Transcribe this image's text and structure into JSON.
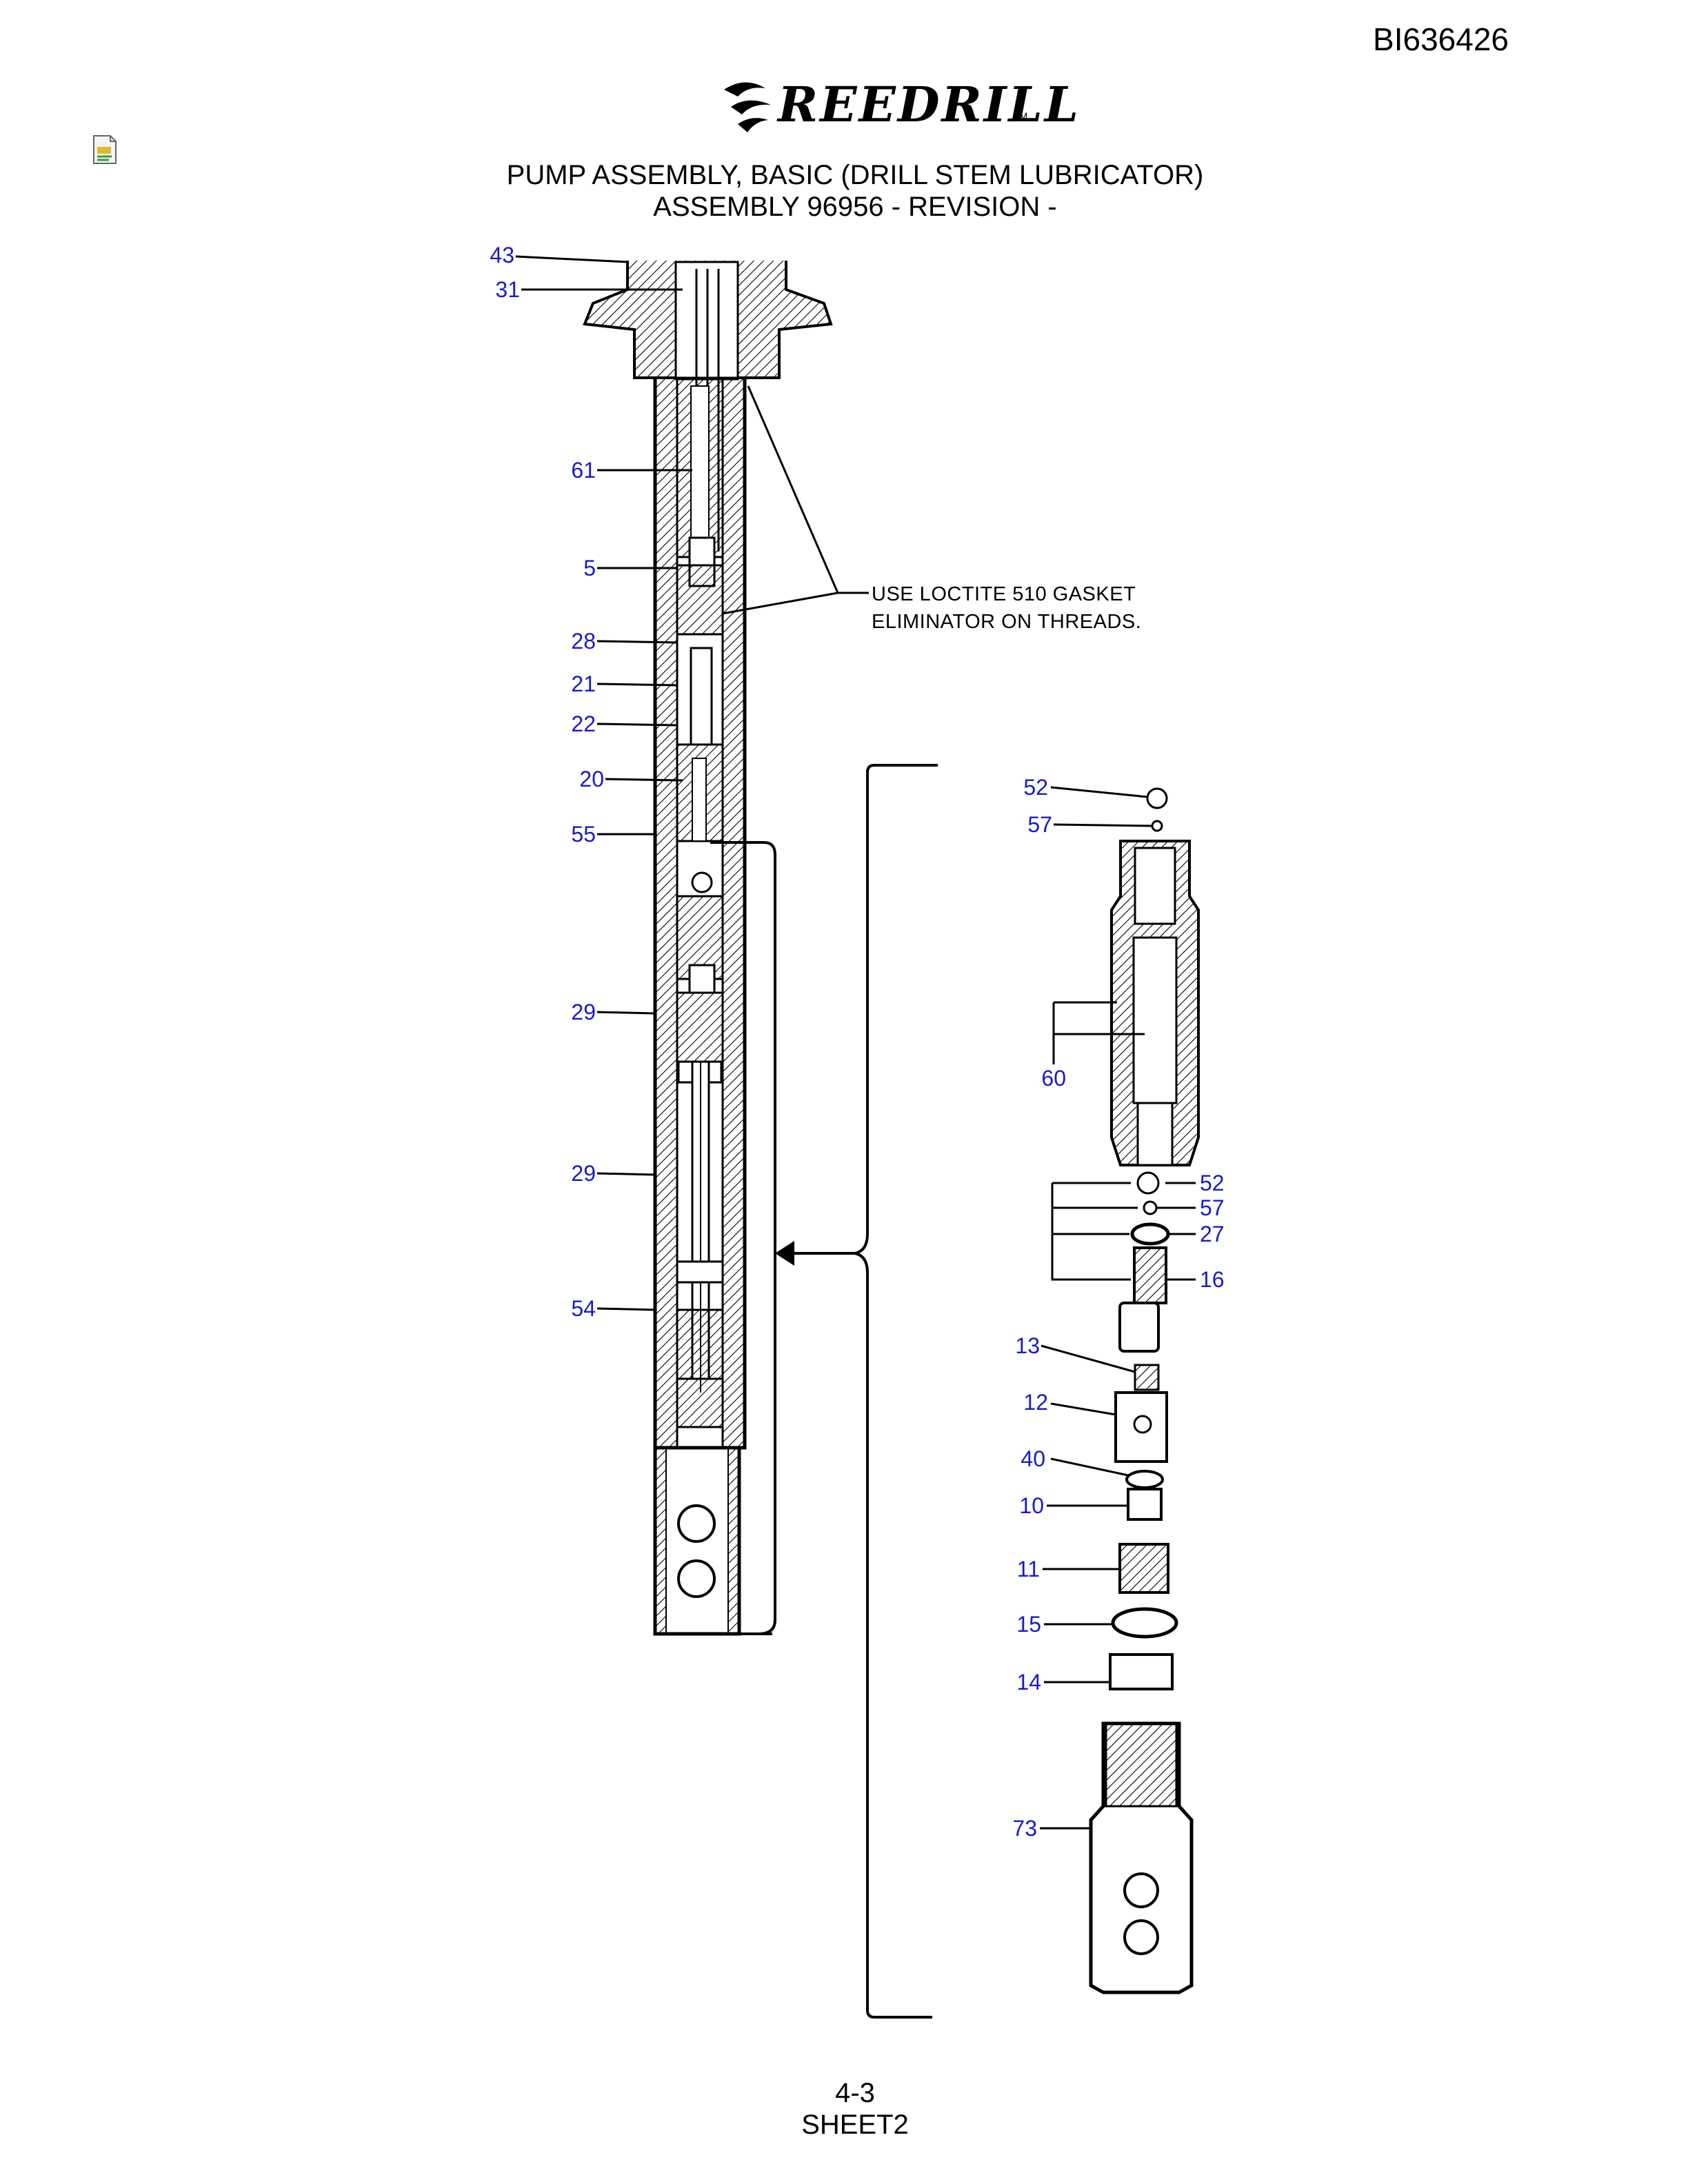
{
  "header": {
    "doc_id": "BI636426",
    "logo_text": "REEDRILL",
    "logo_tm": "TM",
    "title_line1": "PUMP ASSEMBLY, BASIC (DRILL STEM LUBRICATOR)",
    "title_line2": "ASSEMBLY 96956 - REVISION -"
  },
  "note": {
    "line1": "USE LOCTITE 510 GASKET",
    "line2": "ELIMINATOR ON THREADS."
  },
  "callouts_left": [
    "43",
    "31",
    "61",
    "5",
    "28",
    "21",
    "22",
    "20",
    "55",
    "29",
    "29",
    "54"
  ],
  "callouts_right": [
    "52",
    "57",
    "60",
    "52",
    "57",
    "27",
    "16",
    "13",
    "12",
    "40",
    "10",
    "11",
    "15",
    "14",
    "73"
  ],
  "footer": {
    "page": "4-3",
    "sheet": "SHEET2"
  },
  "colors": {
    "callout": "#1a1ac8",
    "line": "#000000"
  }
}
